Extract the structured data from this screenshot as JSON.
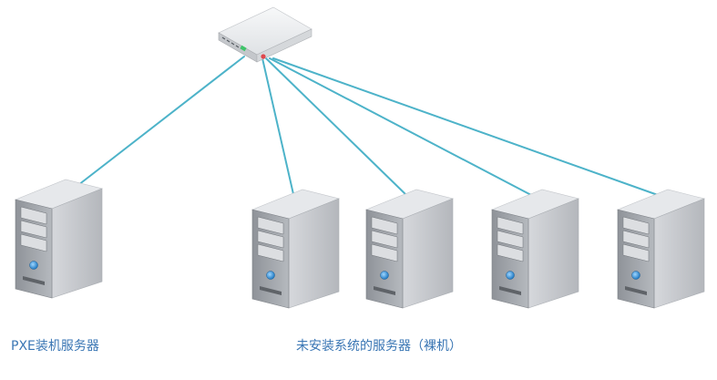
{
  "labels": {
    "pxe_server": "PXE装机服务器",
    "bare_servers": "未安装系统的服务器（裸机）"
  },
  "colors": {
    "cable": "#4db3c9",
    "label_text": "#3a76b4",
    "server_front": "#9ea2a8",
    "server_side": "#c9ccd1",
    "server_top": "#e4e6e9",
    "switch_top": "#eef0f2",
    "switch_front": "#bfc3c8",
    "power_led": "#2d8fd6",
    "green_led": "#3fc46a",
    "red_led": "#e0474c"
  },
  "icons": {
    "switch": "network-switch-icon",
    "server": "tower-server-icon"
  },
  "nodes": {
    "switch": "network-switch",
    "pxe": "pxe-server",
    "bare": [
      "bare-server-1",
      "bare-server-2",
      "bare-server-3",
      "bare-server-4"
    ]
  }
}
